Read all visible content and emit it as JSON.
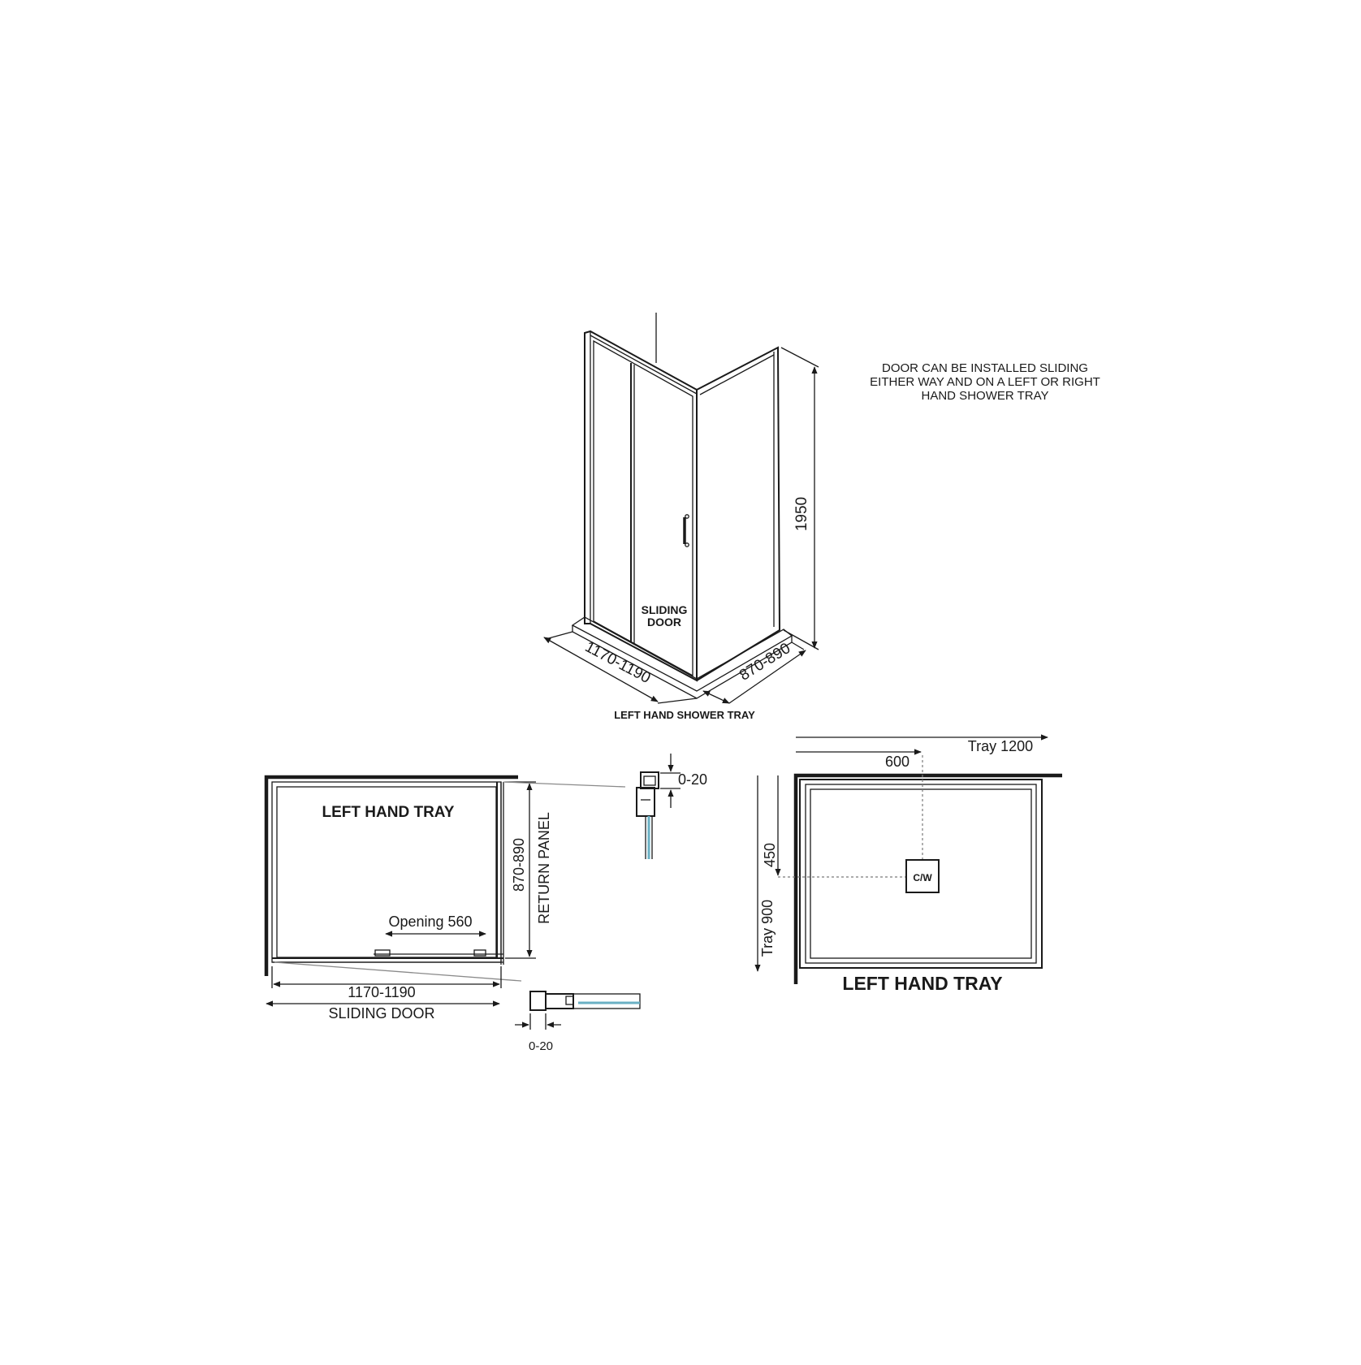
{
  "notes": {
    "install_line1": "DOOR CAN BE INSTALLED SLIDING",
    "install_line2": "EITHER WAY AND ON A LEFT OR RIGHT",
    "install_line3": "HAND SHOWER TRAY"
  },
  "isometric": {
    "door_label_line1": "SLIDING",
    "door_label_line2": "DOOR",
    "height_dim": "1950",
    "width_dim": "1170-1190",
    "depth_dim": "870-890",
    "caption": "LEFT HAND SHOWER TRAY"
  },
  "plan": {
    "title": "LEFT HAND TRAY",
    "opening": "Opening 560",
    "depth_dim": "870-890",
    "return_label": "RETURN PANEL",
    "width_dim": "1170-1190",
    "door_label": "SLIDING DOOR"
  },
  "details": {
    "top_adjust": "0-20",
    "bottom_adjust": "0-20"
  },
  "tray": {
    "title": "LEFT HAND TRAY",
    "width_label": "Tray 1200",
    "waste_x": "600",
    "waste_y": "450",
    "height_label": "Tray 900",
    "waste_label": "C/W"
  },
  "colors": {
    "line": "#1a1a1a",
    "glass": "#6ab0c4",
    "background": "#ffffff"
  }
}
